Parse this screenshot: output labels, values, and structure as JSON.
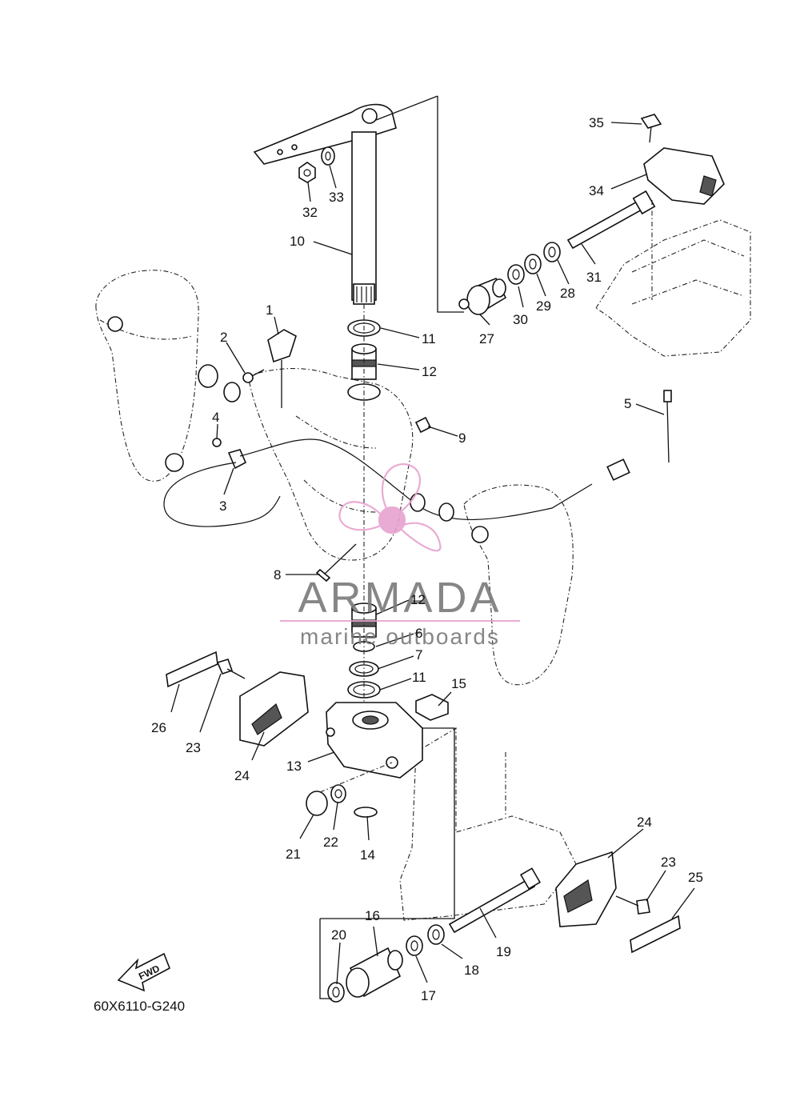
{
  "diagram": {
    "code": "60X6110-G240",
    "fwd_label": "FWD",
    "callouts": [
      {
        "id": "c35",
        "text": "35"
      },
      {
        "id": "c34",
        "text": "34"
      },
      {
        "id": "c31",
        "text": "31"
      },
      {
        "id": "c28",
        "text": "28"
      },
      {
        "id": "c29",
        "text": "29"
      },
      {
        "id": "c30",
        "text": "30"
      },
      {
        "id": "c27",
        "text": "27"
      },
      {
        "id": "c33",
        "text": "33"
      },
      {
        "id": "c32",
        "text": "32"
      },
      {
        "id": "c10",
        "text": "10"
      },
      {
        "id": "c1",
        "text": "1"
      },
      {
        "id": "c2",
        "text": "2"
      },
      {
        "id": "c11a",
        "text": "11"
      },
      {
        "id": "c12a",
        "text": "12"
      },
      {
        "id": "c9",
        "text": "9"
      },
      {
        "id": "c5",
        "text": "5"
      },
      {
        "id": "c4",
        "text": "4"
      },
      {
        "id": "c3",
        "text": "3"
      },
      {
        "id": "c8",
        "text": "8"
      },
      {
        "id": "c12b",
        "text": "12"
      },
      {
        "id": "c6",
        "text": "6"
      },
      {
        "id": "c7",
        "text": "7"
      },
      {
        "id": "c11b",
        "text": "11"
      },
      {
        "id": "c15",
        "text": "15"
      },
      {
        "id": "c26",
        "text": "26"
      },
      {
        "id": "c23a",
        "text": "23"
      },
      {
        "id": "c24a",
        "text": "24"
      },
      {
        "id": "c13",
        "text": "13"
      },
      {
        "id": "c21",
        "text": "21"
      },
      {
        "id": "c22",
        "text": "22"
      },
      {
        "id": "c14",
        "text": "14"
      },
      {
        "id": "c24b",
        "text": "24"
      },
      {
        "id": "c23b",
        "text": "23"
      },
      {
        "id": "c25",
        "text": "25"
      },
      {
        "id": "c16",
        "text": "16"
      },
      {
        "id": "c20",
        "text": "20"
      },
      {
        "id": "c19",
        "text": "19"
      },
      {
        "id": "c18",
        "text": "18"
      },
      {
        "id": "c17",
        "text": "17"
      }
    ]
  },
  "watermark": {
    "brand": "ARMADA",
    "tagline": "marine outboards",
    "color_text": "#7a7a7a",
    "color_accent": "#e7a2cf"
  }
}
